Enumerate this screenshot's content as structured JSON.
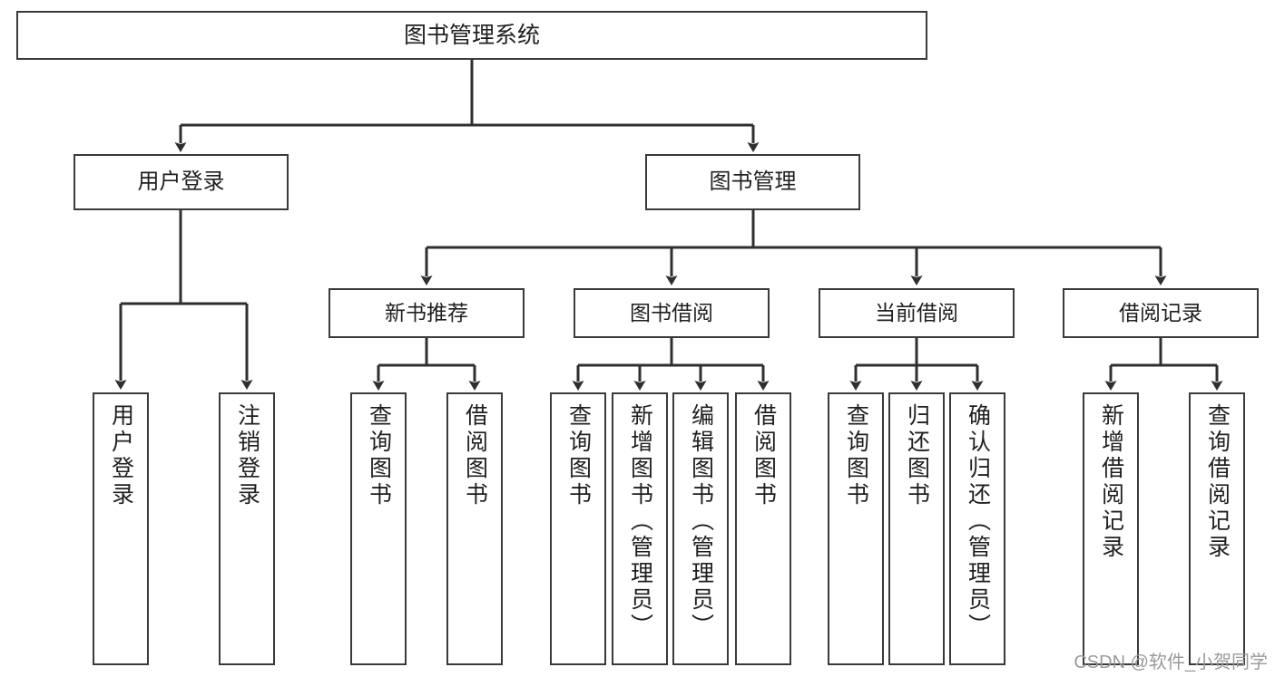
{
  "diagram": {
    "title": "图书管理系统",
    "type": "tree-hierarchy-chart",
    "colors": {
      "stroke": "#3a3a3a",
      "fill": "#ffffff",
      "text": "#1f1f1f",
      "watermark": "#9a9a9a"
    }
  },
  "root": {
    "label": "图书管理系统"
  },
  "level2": [
    {
      "label": "用户登录"
    },
    {
      "label": "图书管理"
    }
  ],
  "level3": [
    {
      "label": "新书推荐"
    },
    {
      "label": "图书借阅"
    },
    {
      "label": "当前借阅"
    },
    {
      "label": "借阅记录"
    }
  ],
  "leaves": {
    "user_login": [
      {
        "label": "用户登录"
      },
      {
        "label": "注销登录"
      }
    ],
    "new_book": [
      {
        "label": "查询图书"
      },
      {
        "label": "借阅图书"
      }
    ],
    "book_borrow": [
      {
        "label": "查询图书"
      },
      {
        "label": "新增图书（管理员）"
      },
      {
        "label": "编辑图书（管理员）"
      },
      {
        "label": "借阅图书"
      }
    ],
    "current_borrow": [
      {
        "label": "查询图书"
      },
      {
        "label": "归还图书"
      },
      {
        "label": "确认归还（管理员）"
      }
    ],
    "borrow_record": [
      {
        "label": "新增借阅记录"
      },
      {
        "label": "查询借阅记录"
      }
    ]
  },
  "watermark": {
    "text": "CSDN @软件_小贺同学"
  }
}
